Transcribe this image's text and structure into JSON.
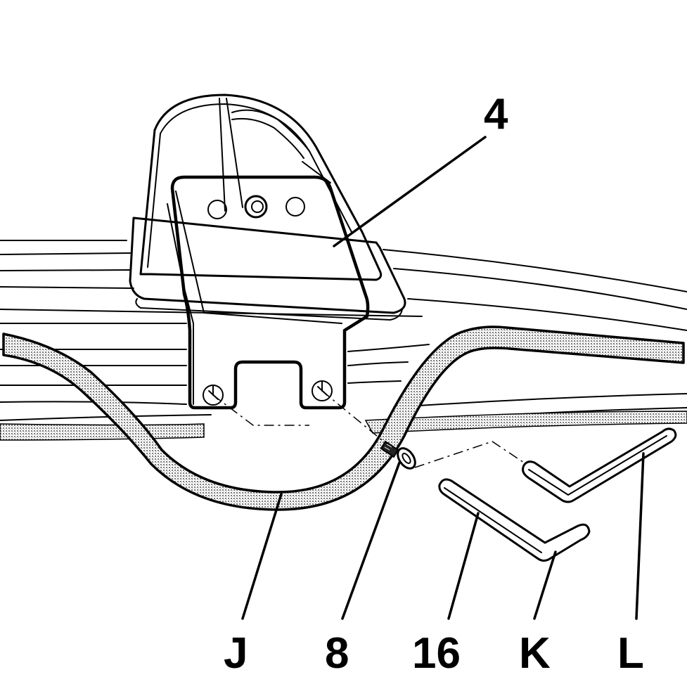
{
  "callouts": {
    "part_4": "4",
    "part_J": "J",
    "part_8": "8",
    "part_16": "16",
    "part_K": "K",
    "part_L": "L"
  },
  "colors": {
    "line": "#000000",
    "background": "#ffffff",
    "tube_fill": "#b8b8b8"
  }
}
